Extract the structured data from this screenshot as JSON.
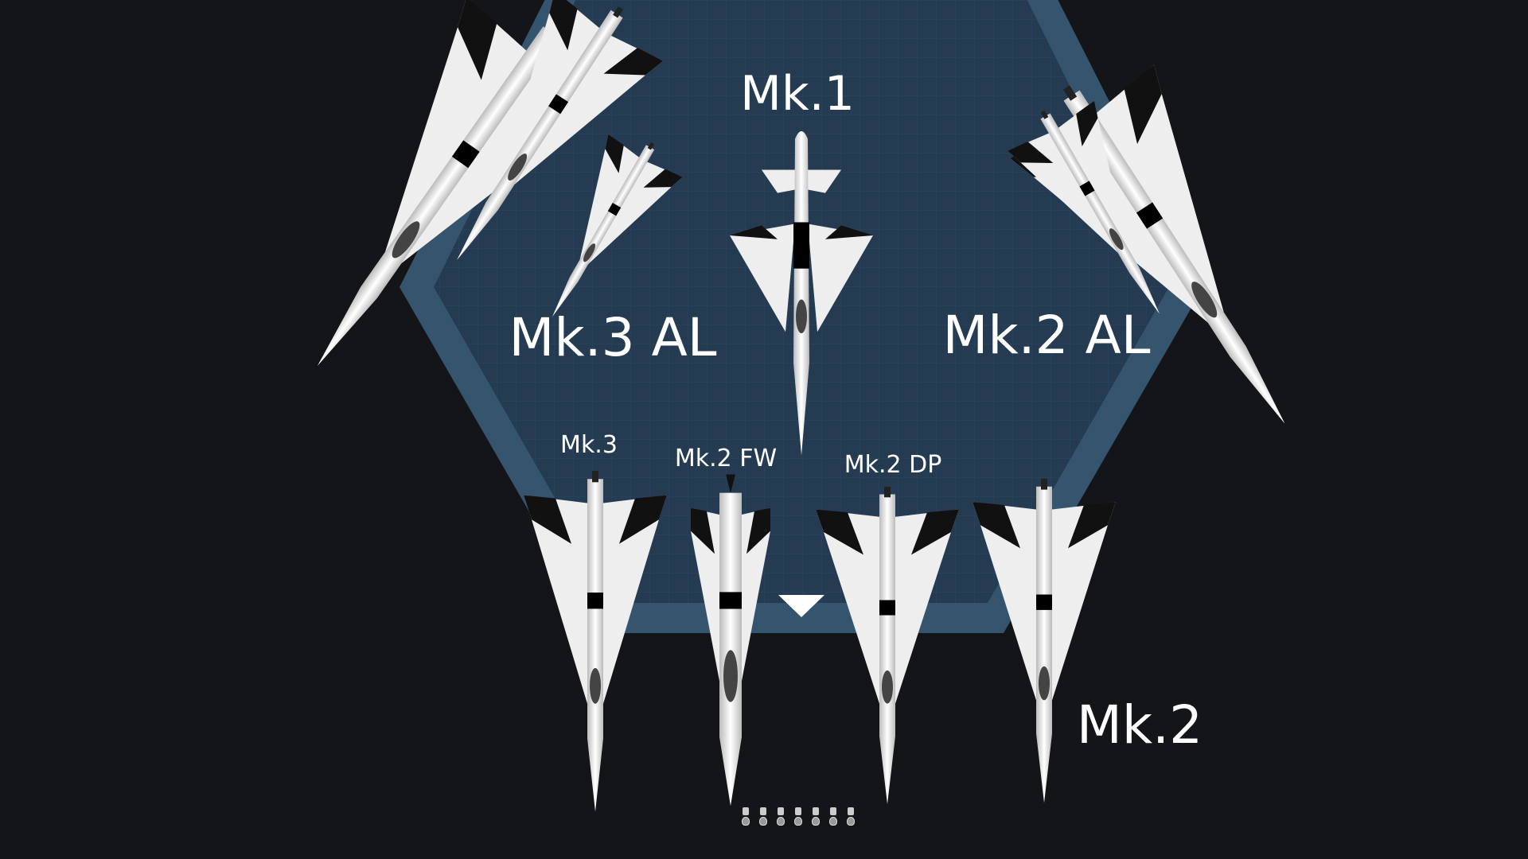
{
  "colors": {
    "background": "#131518",
    "hex_border": "#35546e",
    "hex_fill": "#243b52",
    "grid": "#2c4660"
  },
  "labels": {
    "mk1": "Mk.1",
    "mk3_al": "Mk.3 AL",
    "mk2_al": "Mk.2 AL",
    "mk3": "Mk.3",
    "mk2_fw": "Mk.2 FW",
    "mk2_dp": "Mk.2 DP",
    "mk2": "Mk.2"
  },
  "icons": {
    "collapse": "triangle-down-icon",
    "pilots": "pilot-icon"
  },
  "pilot_count": 7
}
